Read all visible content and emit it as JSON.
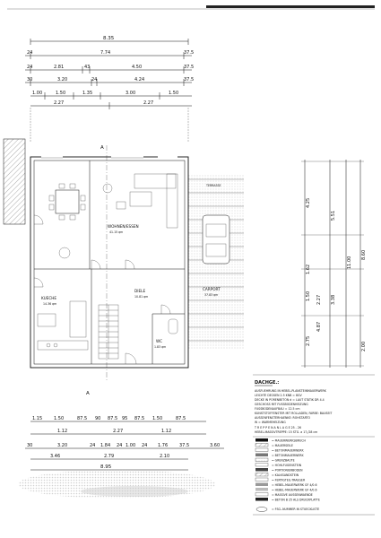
{
  "drawing": {
    "top_dims": {
      "overall": "8.35",
      "row1": [
        "24",
        "7.74",
        "37.5"
      ],
      "row2": [
        "24",
        "2.81",
        "43",
        "4.50",
        "37.5"
      ],
      "row3": [
        "30",
        "3.20",
        "24",
        "4.24",
        "37.5"
      ],
      "row4": [
        "1.00",
        "1.50",
        "1.35",
        "3.00",
        "1.50"
      ],
      "row5": [
        "2.27",
        "2.27"
      ]
    },
    "rooms": {
      "living": "WOHNEN/ESSEN",
      "living_area": "41.15 qm",
      "kitchen": "KUECHE",
      "kitchen_area": "14.36 qm",
      "hall": "DIELE",
      "hall_area": "10.81 qm",
      "wc": "WC",
      "wc_area": "1.83 qm",
      "carport": "CARPORT",
      "carport_area": "37.83 qm",
      "terrace": "TERRASSE"
    },
    "section_marks": [
      "A",
      "A"
    ],
    "side_dims": {
      "outer": [
        "4.25",
        "5.51",
        "11.00",
        "8.60",
        "2.00"
      ],
      "inner": [
        "1.50",
        "2.27",
        "1.62",
        "3.38",
        "4.87",
        "2.75"
      ]
    },
    "bottom_dims": {
      "row1": [
        "1.15",
        "1.50",
        "87.5",
        "90",
        "87.5",
        "95",
        "87.5",
        "1.50",
        "87.5"
      ],
      "row2": [
        "1.12",
        "2.27",
        "1.12"
      ],
      "row3": [
        "30",
        "3.20",
        "24",
        "1.84",
        "24",
        "1.00",
        "24",
        "1.76",
        "37.5",
        "3.60"
      ],
      "row4": [
        "3.46",
        "2.79",
        "2.10"
      ],
      "overall": "8.95"
    }
  },
  "legend": {
    "title": "DACHGE.:",
    "lines": [
      "AUSFUEHRUNG IN HEBEL-PLANSTEINMAUERWERK",
      "LEICHTE DECKEN 2.5 KNB = 8GV",
      "DECKE IN PORENBETON  d = LAUT STATIK  DR 4.4",
      "GESCHOSS MIT FUSSBODENHEIZUNG",
      "FUSSBODENAUFBAU = 12.5 cm",
      "KUNSTSTOFFENSTER MIT ROLLADEN, FARBE: BAUSEIT",
      "AUSSENFENSTERHAENKE: ROHSTARTO",
      "W = WARMEHEIZUNG",
      "T R E P P E N A N L A G E    25 - 26",
      "HEBEL-MASSIVTREPPE: 15 STG. a 17,/28 cm"
    ],
    "symbols": [
      "= MAUERWERKSBRUCH",
      "= MAUERSEILE",
      "= BETONMAUERWERK",
      "= BETONMAUERWERK",
      "= GRENZBAUTE",
      "= HOHLFUGENSTEIN",
      "= PORTIONIERBODEN",
      "= KALKSANDSTEIN",
      "= FERTIGTEIL-TRAEGER",
      "= HEBEL-MAUERWERK GF 4/0.6",
      "= HEBEL-MAUERWERK GF 4/0.6",
      "= MASSIVE AUSSENWAENDE",
      "= BETON B 25 ALS DRUCKPLATTE",
      "= FSG.-NUMMER IN STUECKLISTE"
    ]
  }
}
